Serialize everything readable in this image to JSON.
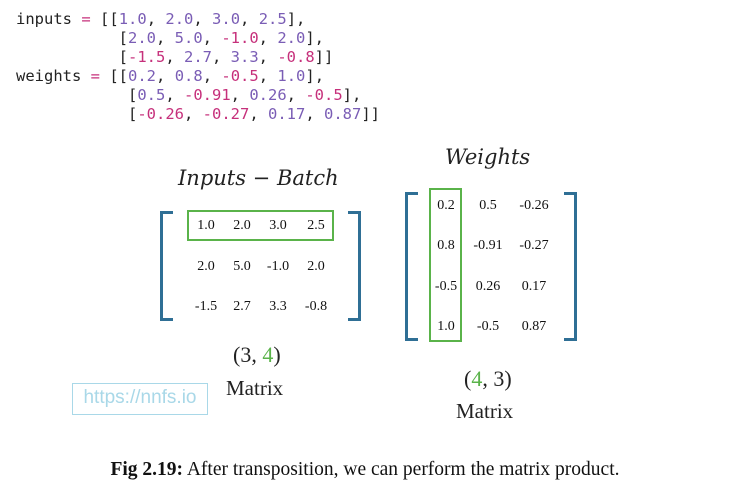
{
  "code": {
    "inputs_var": "inputs",
    "weights_var": "weights",
    "eq": "=",
    "inputs": [
      [
        "1.0",
        "2.0",
        "3.0",
        "2.5"
      ],
      [
        "2.0",
        "5.0",
        "-1.0",
        "2.0"
      ],
      [
        "-1.5",
        "2.7",
        "3.3",
        "-0.8"
      ]
    ],
    "weights": [
      [
        "0.2",
        "0.8",
        "-0.5",
        "1.0"
      ],
      [
        "0.5",
        "-0.91",
        "0.26",
        "-0.5"
      ],
      [
        "-0.26",
        "-0.27",
        "0.17",
        "0.87"
      ]
    ]
  },
  "diagram": {
    "inputs_title": "Inputs − Batch",
    "weights_title": "Weights",
    "inputs_matrix": [
      [
        "1.0",
        "2.0",
        "3.0",
        "2.5"
      ],
      [
        "2.0",
        "5.0",
        "-1.0",
        "2.0"
      ],
      [
        "-1.5",
        "2.7",
        "3.3",
        "-0.8"
      ]
    ],
    "weights_matrix": [
      [
        "0.2",
        "0.5",
        "-0.26"
      ],
      [
        "0.8",
        "-0.91",
        "-0.27"
      ],
      [
        "-0.5",
        "0.26",
        "0.17"
      ],
      [
        "1.0",
        "-0.5",
        "0.87"
      ]
    ],
    "inputs_shape": {
      "open": "(3, ",
      "highlight": "4",
      "close": ")"
    },
    "weights_shape": {
      "open": "(",
      "highlight": "4",
      "close": ", 3)"
    },
    "matrix_label": "Matrix",
    "highlight_color": "#5ab34a",
    "bracket_color": "#2f6f95"
  },
  "watermark": "https://nnfs.io",
  "caption": {
    "label": "Fig 2.19:",
    "text": " After transposition, we can perform the matrix product."
  }
}
